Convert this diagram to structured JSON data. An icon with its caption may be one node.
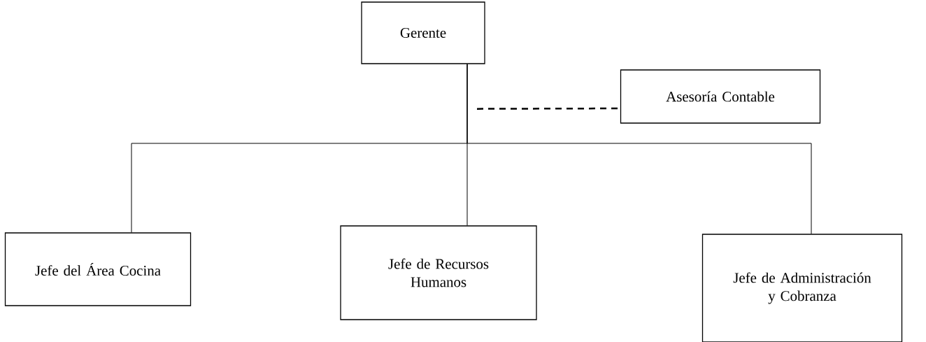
{
  "diagram": {
    "nodes": [
      {
        "text": [
          "Gerente"
        ]
      },
      {
        "text": [
          "Asesoría Contable"
        ]
      },
      {
        "text": [
          "Jefe del Área Cocina"
        ]
      },
      {
        "text": [
          "Jefe de Recursos Humanos"
        ]
      },
      {
        "text": [
          "Jefe de Administración y Cobranza"
        ]
      }
    ],
    "edges": [
      {
        "from": 0,
        "to": 2,
        "arrow": "none"
      },
      {
        "from": 0,
        "to": 3,
        "arrow": "none"
      },
      {
        "from": 0,
        "to": 4,
        "arrow": "none"
      },
      {
        "from": 0,
        "to": 1,
        "arrow": "none",
        "style": "dashed"
      }
    ]
  }
}
